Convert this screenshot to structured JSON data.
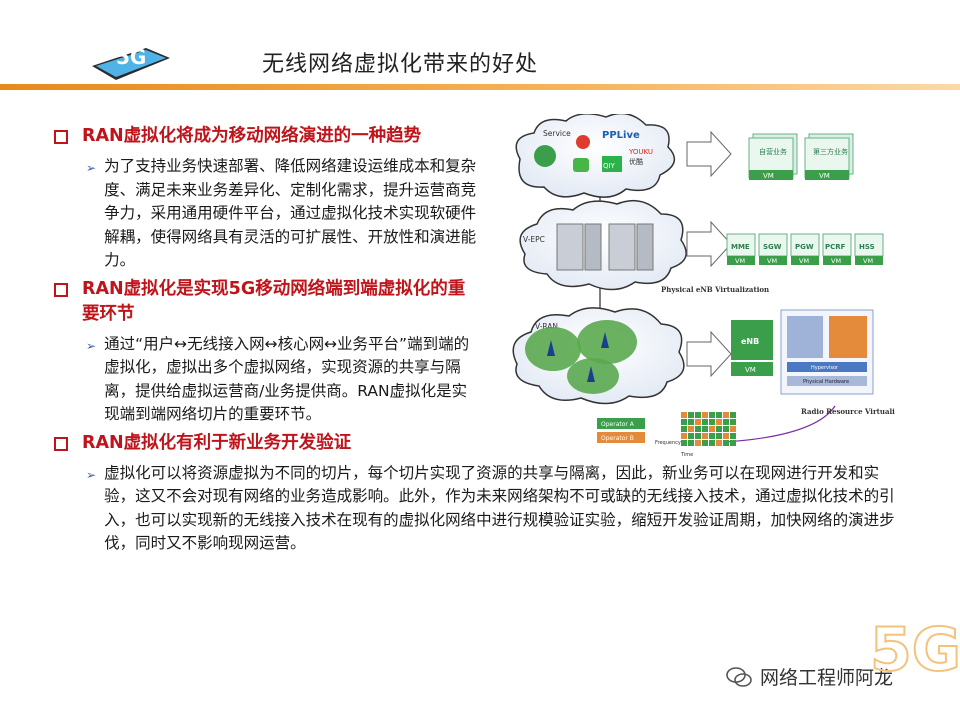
{
  "header": {
    "title": "无线网络虚拟化带来的好处",
    "logo_text": "5G"
  },
  "points": [
    {
      "heading": "RAN虚拟化将成为移动网络演进的一种趋势",
      "detail": "为了支持业务快速部署、降低网络建设运维成本和复杂度、满足未来业务差异化、定制化需求，提升运营商竞争力，采用通用硬件平台，通过虚拟化技术实现软硬件解耦，使得网络具有灵活的可扩展性、开放性和演进能力。"
    },
    {
      "heading": "RAN虚拟化是实现5G移动网络端到端虚拟化的重要环节",
      "detail": "通过“用户↔无线接入网↔核心网↔业务平台”端到端的虚拟化，虚拟出多个虚拟网络，实现资源的共享与隔离，提供给虚拟运营商/业务提供商。RAN虚拟化是实现端到端网络切片的重要环节。"
    },
    {
      "heading": "RAN虚拟化有利于新业务开发验证",
      "detail": "虚拟化可以将资源虚拟为不同的切片，每个切片实现了资源的共享与隔离，因此，新业务可以在现网进行开发和实验，这又不会对现有网络的业务造成影响。此外，作为未来网络架构不可或缺的无线接入技术，通过虚拟化技术的引入，也可以实现新的无线接入技术在现有的虚拟化网络中进行规模验证实验，缩短开发验证周期，加快网络的演进步伐，同时又不影响现网运营。"
    }
  ],
  "diagram": {
    "service_cloud": "Service",
    "apps": {
      "pplive": "PPLive",
      "youku": "YOUKU",
      "youku_cn": "优酷",
      "iqiyi": "QIY"
    },
    "vm_label": "VM",
    "service_vms": [
      "自营业务",
      "第三方业务"
    ],
    "epc_cloud": "V-EPC",
    "epc_vms": [
      "MME",
      "SGW",
      "PGW",
      "PCRF",
      "HSS"
    ],
    "physical_enb": "Physical eNB Virtualization",
    "ran_cloud": "V-RAN",
    "enb": "eNB",
    "hypervisor": "Hypervisor",
    "physical_hardware": "Physical Hardware",
    "radio_resource": "Radio Resource Virtualization",
    "operators": [
      "Operator A",
      "Operator B"
    ],
    "axis_time": "Time",
    "axis_freq": "Frequency"
  },
  "watermark": "网络工程师阿龙",
  "corner_mark": "5G"
}
